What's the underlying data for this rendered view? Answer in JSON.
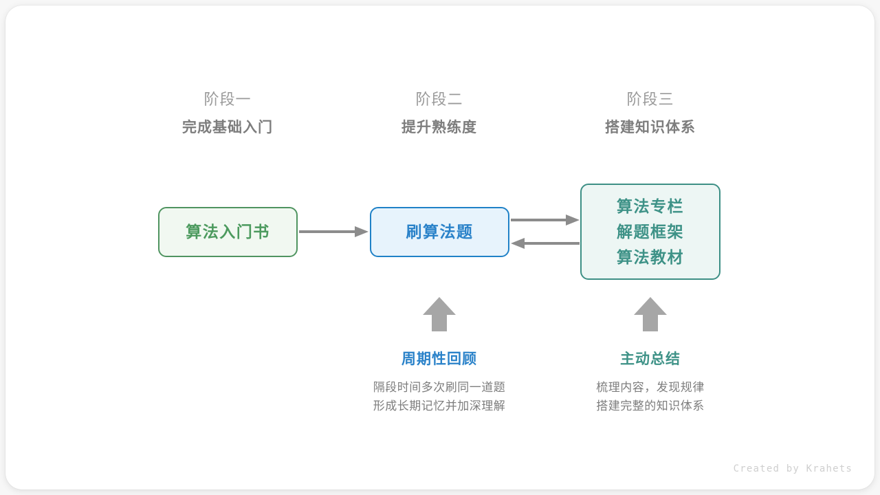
{
  "canvas": {
    "background": "#f7f7f7",
    "card_background": "#ffffff"
  },
  "stages": [
    {
      "top_label": "阶段一",
      "sub_label": "完成基础入门"
    },
    {
      "top_label": "阶段二",
      "sub_label": "提升熟练度"
    },
    {
      "top_label": "阶段三",
      "sub_label": "搭建知识体系"
    }
  ],
  "nodes": [
    {
      "id": "node-1",
      "lines": [
        "算法入门书"
      ],
      "border_color": "#4f9460",
      "fill_color": "#f1f8f1",
      "text_color": "#4c9a5e"
    },
    {
      "id": "node-2",
      "lines": [
        "刷算法题"
      ],
      "border_color": "#1f81c7",
      "fill_color": "#e7f3fc",
      "text_color": "#2a82c9"
    },
    {
      "id": "node-3",
      "lines": [
        "算法专栏",
        "解题框架",
        "算法教材"
      ],
      "border_color": "#3d8f85",
      "fill_color": "#edf6f4",
      "text_color": "#3e9287"
    }
  ],
  "annotations": [
    {
      "id": "annot-1",
      "title": "周期性回顾",
      "title_color": "#2a82c9",
      "desc_lines": [
        "隔段时间多次刷同一道题",
        "形成长期记忆并加深理解"
      ]
    },
    {
      "id": "annot-2",
      "title": "主动总结",
      "title_color": "#3e9287",
      "desc_lines": [
        "梳理内容，发现规律",
        "搭建完整的知识体系"
      ]
    }
  ],
  "arrows": {
    "color": "#8c8c8c",
    "items": [
      {
        "name": "arrow-book-to-practice",
        "direction": "right"
      },
      {
        "name": "arrow-practice-to-resources",
        "direction": "right"
      },
      {
        "name": "arrow-resources-to-practice",
        "direction": "left"
      },
      {
        "name": "arrow-review-up",
        "direction": "up"
      },
      {
        "name": "arrow-summary-up",
        "direction": "up"
      }
    ]
  },
  "credit": "Created by Krahets"
}
